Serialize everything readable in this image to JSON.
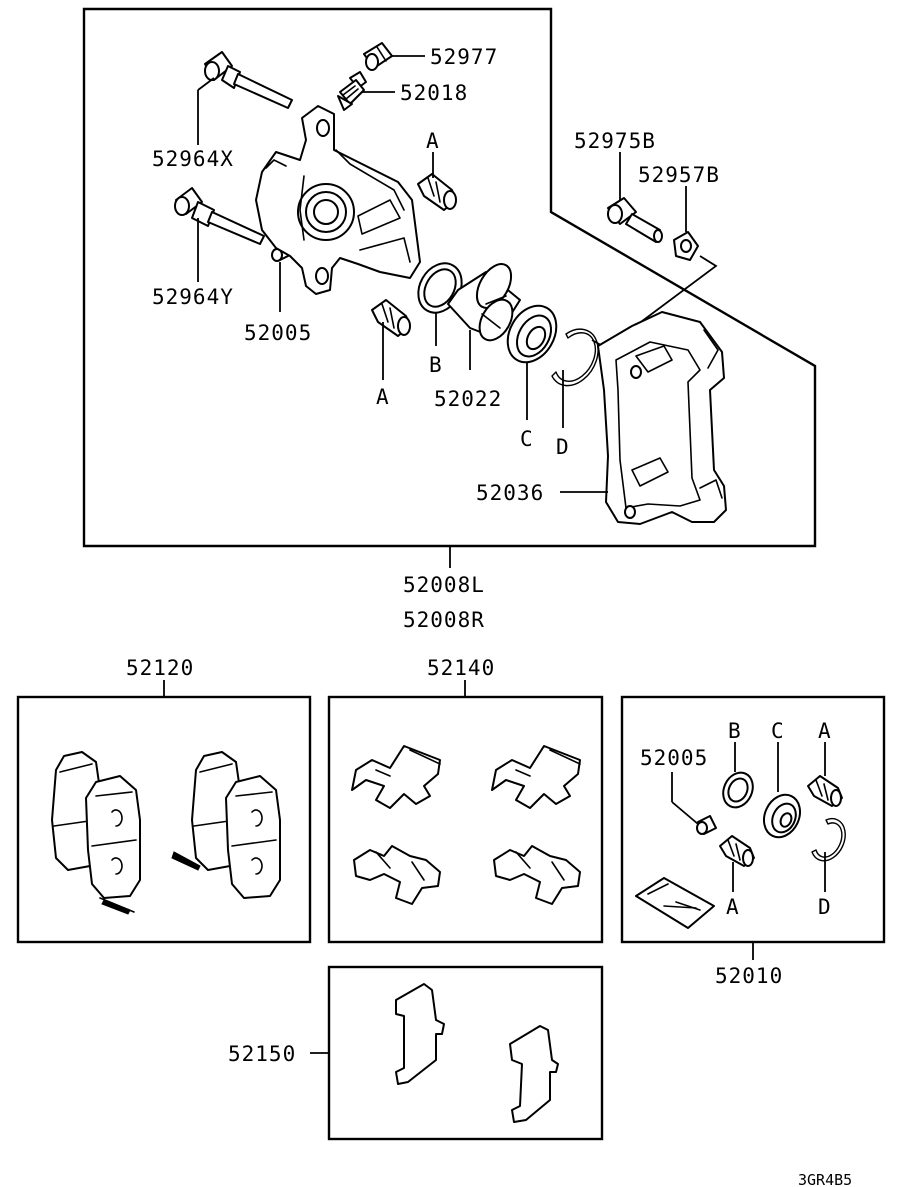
{
  "labels": {
    "p52977": "52977",
    "p52018": "52018",
    "p52964X": "52964X",
    "p52964Y": "52964Y",
    "p52005_top": "52005",
    "p52975B": "52975B",
    "p52957B": "52957B",
    "a_top": "A",
    "a_bottom": "A",
    "b_main": "B",
    "p52022": "52022",
    "c_main": "C",
    "d_main": "D",
    "p52036": "52036",
    "p52008L": "52008L",
    "p52008R": "52008R",
    "p52120": "52120",
    "p52140": "52140",
    "p52150": "52150",
    "p52010": "52010",
    "p52005_kit": "52005",
    "b_kit": "B",
    "c_kit": "C",
    "a_kit_top": "A",
    "a_kit_bottom": "A",
    "d_kit": "D",
    "diagram_code": "3GR4B5"
  }
}
